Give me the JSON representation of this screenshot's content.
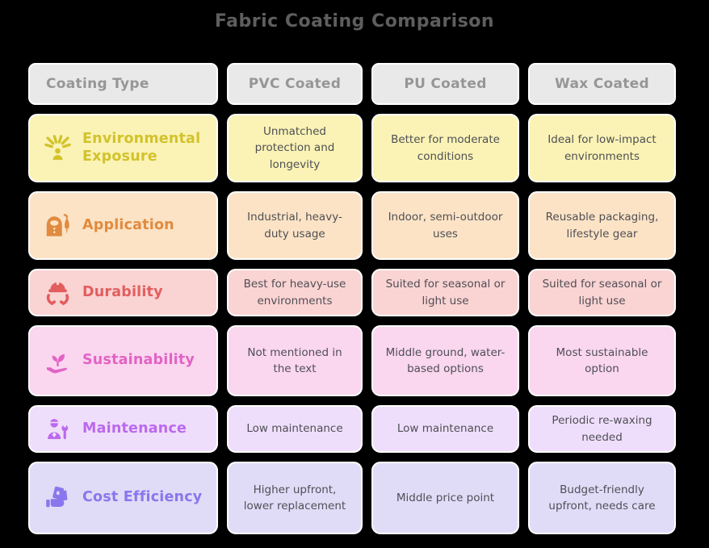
{
  "title": "Fabric Coating Comparison",
  "chart_data": {
    "type": "table",
    "title": "Fabric Coating Comparison",
    "columns": [
      "Coating Type",
      "PVC Coated",
      "PU Coated",
      "Wax Coated"
    ],
    "rows": [
      {
        "label": "Environmental Exposure",
        "values": [
          "Unmatched protection and longevity",
          "Better for moderate conditions",
          "Ideal for low-impact environments"
        ]
      },
      {
        "label": "Application",
        "values": [
          "Industrial, heavy-duty usage",
          "Indoor, semi-outdoor uses",
          "Reusable packaging, lifestyle gear"
        ]
      },
      {
        "label": "Durability",
        "values": [
          "Best for heavy-use environments",
          "Suited for seasonal or light use",
          "Suited for seasonal or light use"
        ]
      },
      {
        "label": "Sustainability",
        "values": [
          "Not mentioned in the text",
          "Middle ground, water-based options",
          "Most sustainable option"
        ]
      },
      {
        "label": "Maintenance",
        "values": [
          "Low maintenance",
          "Low maintenance",
          "Periodic re-waxing needed"
        ]
      },
      {
        "label": "Cost Efficiency",
        "values": [
          "Higher upfront, lower replacement",
          "Middle price point",
          "Budget-friendly upfront, needs care"
        ]
      }
    ]
  },
  "rows_style": [
    {
      "icon": "sun-rays-person-icon",
      "bg": "#faf3b5",
      "accent": "#d3c22c"
    },
    {
      "icon": "raincoat-umbrella-icon",
      "bg": "#fce3c5",
      "accent": "#e08b40"
    },
    {
      "icon": "hard-hat-hands-icon",
      "bg": "#fad3d3",
      "accent": "#e25e5e"
    },
    {
      "icon": "hand-holding-plant-icon",
      "bg": "#fad6ef",
      "accent": "#e263c4"
    },
    {
      "icon": "worker-wrench-icon",
      "bg": "#efdefb",
      "accent": "#bb69ee"
    },
    {
      "icon": "hand-holding-money-icon",
      "bg": "#e0dcf8",
      "accent": "#8a76ec"
    }
  ],
  "colors": {
    "background": "#000000",
    "header_bg": "#e9e9e9",
    "header_text": "#969696",
    "title_text": "#5e5e5e",
    "cell_text": "#4f4f55",
    "cell_border": "#ffffff"
  }
}
